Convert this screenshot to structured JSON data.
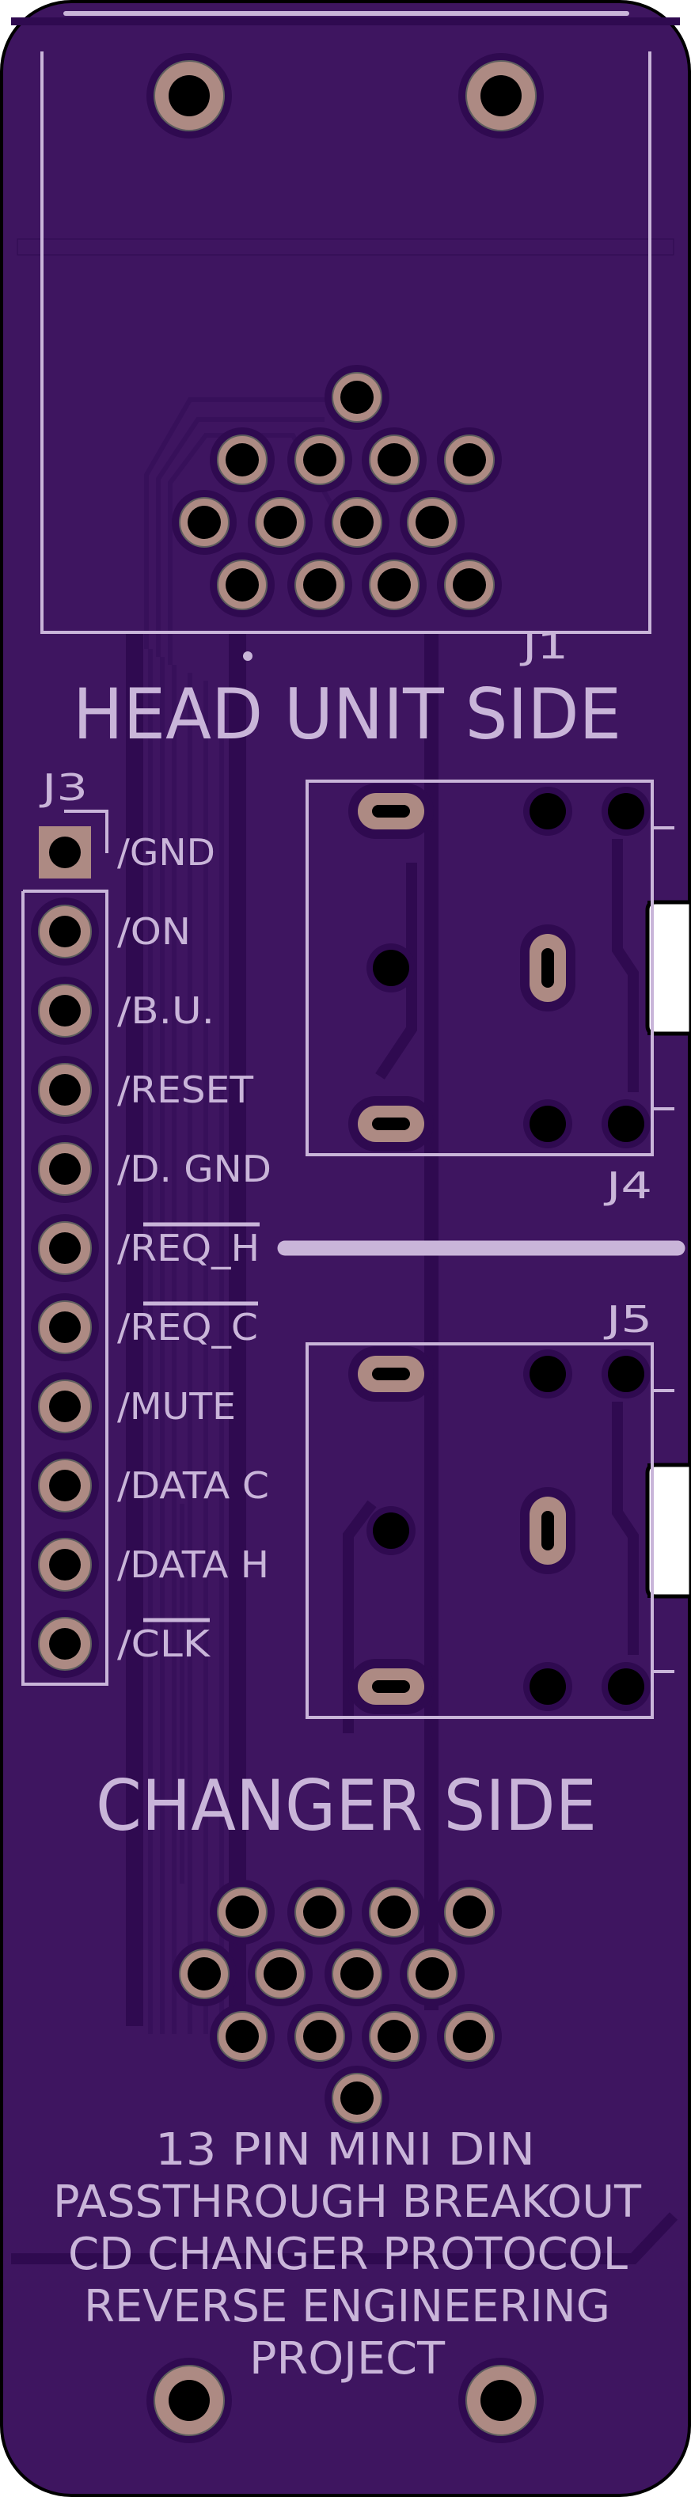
{
  "board": {
    "colors": {
      "mask": "#3e1560",
      "void": "#2f0a50",
      "silk": "#c9b5d9",
      "pad": "#ad8a83",
      "drill": "#000000",
      "edge": "#000000"
    },
    "head_unit_label": "HEAD UNIT SIDE",
    "changer_label": "CHANGER SIDE",
    "description_lines": [
      "13 PIN MINI DIN",
      "PASSTHROUGH BREAKOUT",
      "CD CHANGER PROTOCOL",
      "REVERSE ENGINEERING",
      "PROJECT"
    ]
  },
  "connectors": {
    "j1": {
      "ref": "J1",
      "pins": 13
    },
    "j2": {
      "pins": 13
    },
    "j3": {
      "ref": "J3",
      "pins": [
        {
          "label": "/GND",
          "overbar": false
        },
        {
          "label": "/ON",
          "overbar": false
        },
        {
          "label": "/B.U.",
          "overbar": false
        },
        {
          "label": "/RESET",
          "overbar": false
        },
        {
          "label": "/D. GND",
          "overbar": false
        },
        {
          "label": "/REQ_H",
          "overbar": true
        },
        {
          "label": "/REQ_C",
          "overbar": true
        },
        {
          "label": "/MUTE",
          "overbar": false
        },
        {
          "label": "/DATA C",
          "overbar": false
        },
        {
          "label": "/DATA H",
          "overbar": false
        },
        {
          "label": "/CLK",
          "overbar": true
        }
      ]
    },
    "j4": {
      "ref": "J4"
    },
    "j5": {
      "ref": "J5"
    }
  }
}
